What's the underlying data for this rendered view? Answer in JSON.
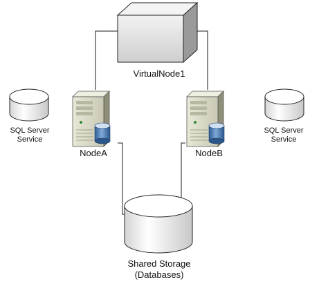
{
  "nodes": {
    "virtual_node": {
      "label": "VirtualNode1"
    },
    "node_a": {
      "label": "NodeA"
    },
    "node_b": {
      "label": "NodeB"
    },
    "sql_service_a": {
      "line1": "SQL Server",
      "line2": "Service"
    },
    "sql_service_b": {
      "line1": "SQL Server",
      "line2": "Service"
    },
    "shared_storage": {
      "line1": "Shared Storage",
      "line2": "(Databases)"
    }
  },
  "colors": {
    "line": "#1a1a1a",
    "server_body": "#d9d8c8",
    "server_dark": "#9e9d88",
    "cylinder_fill": "#ffffff",
    "cylinder_shade": "#d6d6d6",
    "db_blue": "#3b6ea8",
    "led_green": "#2e8b3a"
  },
  "icons": {
    "virtual_node": "box-icon",
    "servers": "server-tower-icon",
    "databases": "database-cylinder-icon"
  }
}
